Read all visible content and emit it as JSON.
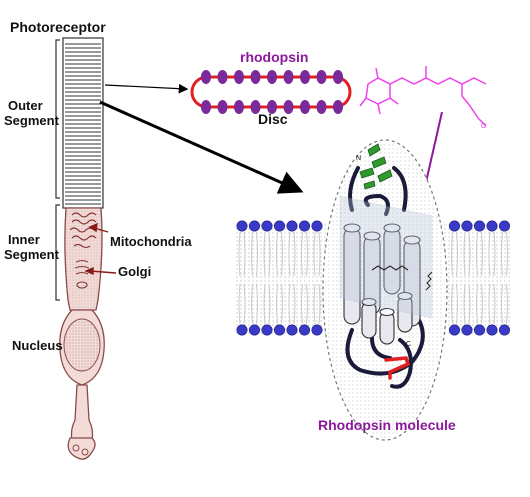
{
  "labels": {
    "photoreceptor": "Photoreceptor",
    "outer_segment_line1": "Outer",
    "outer_segment_line2": "Segment",
    "inner_segment_line1": "Inner",
    "inner_segment_line2": "Segment",
    "mitochondria": "Mitochondria",
    "golgi": "Golgi",
    "nucleus": "Nucleus",
    "rhodopsin": "rhodopsin",
    "disc": "Disc",
    "rhodopsin_molecule": "Rhodopsin molecule",
    "n_terminus": "N",
    "c_terminus": "C",
    "retinal_o": "O"
  },
  "colors": {
    "label_text": "#111111",
    "rhodopsin_purple": "#8a1a9a",
    "disc_red": "#e02020",
    "disc_dots": "#7a2a9a",
    "retinal_magenta": "#ee44ee",
    "membrane_heads": "#3a3ac8",
    "cell_outline": "#8a4a4a",
    "cell_fill": "#f3dcd8",
    "helix_green": "#2e9a2e",
    "helix_red": "#e02020"
  }
}
